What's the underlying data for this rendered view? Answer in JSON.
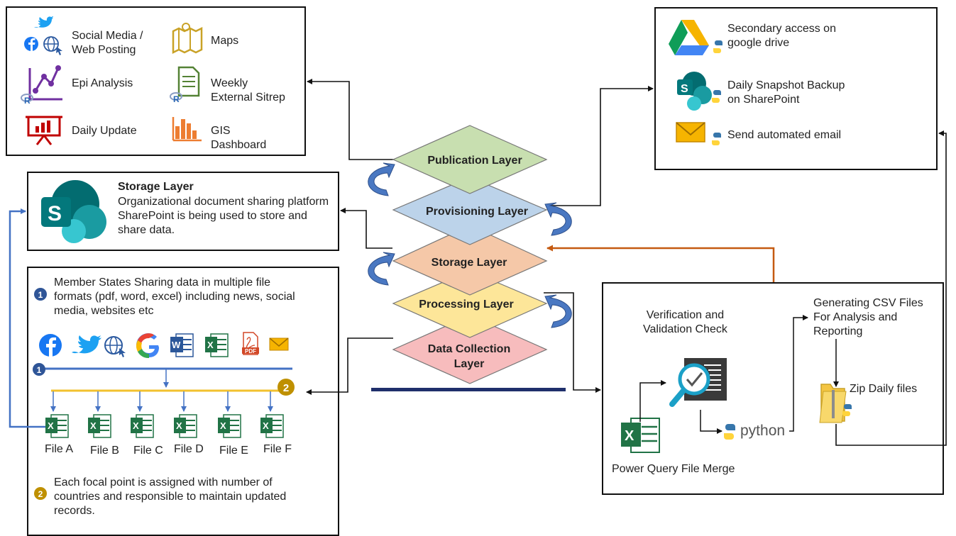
{
  "publication_box": {
    "items": [
      {
        "label": "Social Media /\nWeb Posting",
        "icon": "social-media-icon"
      },
      {
        "label": "Maps",
        "icon": "map-icon"
      },
      {
        "label": "Epi Analysis",
        "icon": "r-chart-icon"
      },
      {
        "label": "Weekly\nExternal Sitrep",
        "icon": "r-document-icon"
      },
      {
        "label": "Daily Update",
        "icon": "presentation-icon"
      },
      {
        "label": "GIS\nDashboard",
        "icon": "bar-chart-icon"
      }
    ]
  },
  "provisioning_box": {
    "items": [
      {
        "label": "Secondary access on\ngoogle drive",
        "icon": "google-drive-icon"
      },
      {
        "label": "Daily Snapshot Backup\non SharePoint",
        "icon": "sharepoint-icon"
      },
      {
        "label": "Send automated email",
        "icon": "email-icon"
      }
    ]
  },
  "storage_box": {
    "title": "Storage Layer",
    "description": "Organizational document sharing platform SharePoint is being used to store and share data."
  },
  "layers": [
    {
      "label": "Publication Layer",
      "color": "#c8dfb0"
    },
    {
      "label": "Provisioning Layer",
      "color": "#bcd3ea"
    },
    {
      "label": "Storage Layer",
      "color": "#f5c8a8"
    },
    {
      "label": "Processing Layer",
      "color": "#fde699"
    },
    {
      "label": "Data Collection\nLayer",
      "color": "#f7bcbd"
    }
  ],
  "collection_box": {
    "step1_number": "1",
    "step1_text": "Member States Sharing data in multiple file formats (pdf, word, excel) including news, social media, websites etc",
    "source_icons": [
      "facebook-icon",
      "twitter-icon",
      "web-icon",
      "google-icon",
      "word-icon",
      "excel-icon",
      "pdf-icon",
      "email-icon"
    ],
    "step2_number": "2",
    "files": [
      "File A",
      "File B",
      "File C",
      "File D",
      "File E",
      "File F"
    ],
    "step2_text": "Each focal point is assigned with number of countries and responsible to maintain updated records."
  },
  "processing_box": {
    "verification_label": "Verification and\nValidation Check",
    "csv_label": "Generating CSV Files\nFor Analysis and\nReporting",
    "zip_label": "Zip Daily files",
    "merge_label": "Power Query File Merge",
    "python_label": "python"
  },
  "colors": {
    "orange_arrow": "#c55a11",
    "blue_arrow": "#4472c4",
    "yellow_line": "#f2c12e",
    "navy_bar": "#1f2f6b"
  }
}
